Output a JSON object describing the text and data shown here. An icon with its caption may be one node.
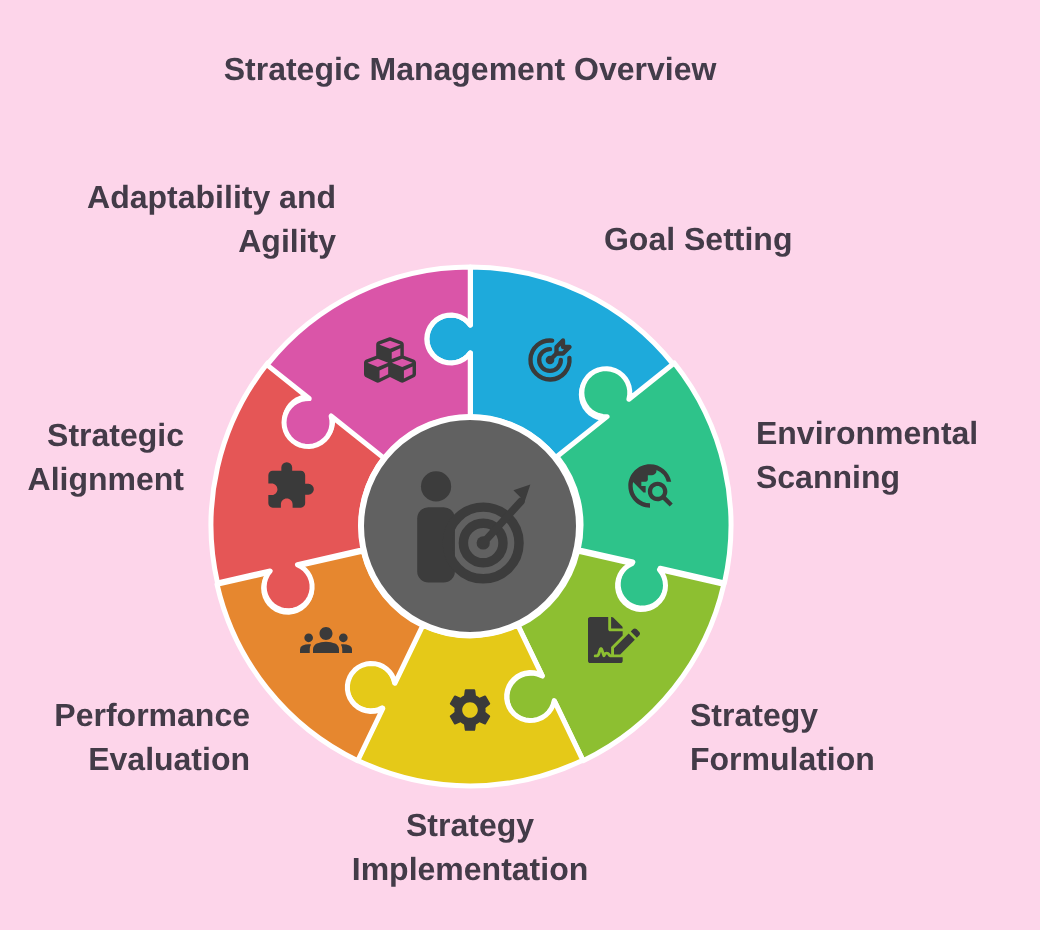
{
  "diagram": {
    "title": "Strategic Management Overview",
    "nodes": [
      {
        "text": [
          "Goal Setting"
        ]
      },
      {
        "text": [
          "Environmental Scanning"
        ]
      },
      {
        "text": [
          "Strategy Formulation"
        ]
      },
      {
        "text": [
          "Strategy Implementation"
        ]
      },
      {
        "text": [
          "Performance Evaluation"
        ]
      },
      {
        "text": [
          "Strategic Alignment"
        ]
      },
      {
        "text": [
          "Adaptability and Agility"
        ]
      }
    ]
  }
}
